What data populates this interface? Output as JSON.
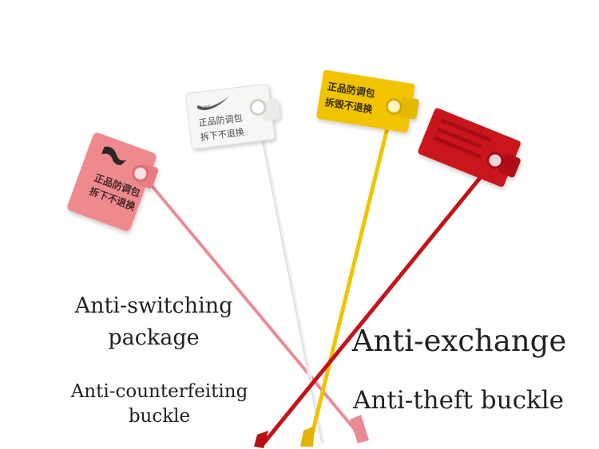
{
  "tags": {
    "pink": {
      "color": "#ee8a8e",
      "logo": "puma-logo",
      "text_lines": [
        "正品防调包",
        "拆下不退换"
      ]
    },
    "white": {
      "color": "#f6f6f4",
      "logo": "nike-swoosh-logo",
      "text_lines": [
        "正品防调包",
        "拆下不退换"
      ]
    },
    "yellow": {
      "color": "#f2c400",
      "text_lines": [
        "正品防调包",
        "拆毁不退换"
      ]
    },
    "red": {
      "color": "#c8141e"
    }
  },
  "captions": {
    "switching": [
      "Anti-switching",
      "package"
    ],
    "counterfeit": [
      "Anti-counterfeiting",
      "buckle"
    ],
    "exchange": "Anti-exchange",
    "theft": "Anti-theft buckle"
  }
}
